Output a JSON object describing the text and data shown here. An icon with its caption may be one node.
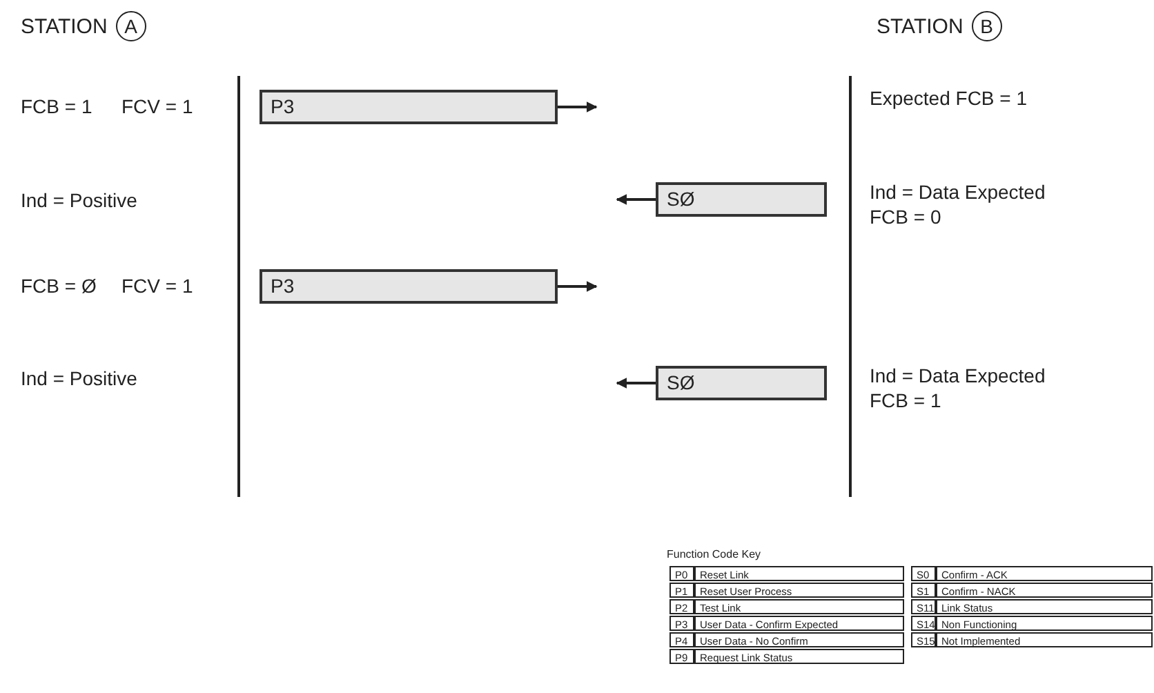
{
  "diagram": {
    "nodes": [
      {
        "text": [
          "STATION",
          "A"
        ]
      },
      {
        "text": [
          "STATION",
          "B"
        ]
      },
      {
        "text": [
          "P3"
        ]
      },
      {
        "text": [
          "SØ"
        ]
      },
      {
        "text": [
          "P3"
        ]
      },
      {
        "text": [
          "SØ"
        ]
      }
    ],
    "edges": [
      {
        "from": 2,
        "to": null,
        "arrow": "to"
      },
      {
        "from": 3,
        "to": null,
        "arrow": "to"
      },
      {
        "from": 4,
        "to": null,
        "arrow": "to"
      },
      {
        "from": 5,
        "to": null,
        "arrow": "to"
      }
    ],
    "labels": [
      "FCB = 1",
      "FCV = 1",
      "Expected FCB = 1",
      "Ind = Positive",
      "Ind = Data Expected FCB = 0",
      "FCB = Ø",
      "FCV = 1",
      "Ind = Positive",
      "Ind = Data Expected FCB = 1",
      "Function Code Key",
      "P0",
      "Reset Link",
      "S0",
      "Confirm - ACK",
      "P1",
      "Reset User Process",
      "S1",
      "Confirm - NACK",
      "P2",
      "Test Link",
      "S11",
      "Link Status",
      "P3",
      "User Data - Confirm Expected",
      "S14",
      "Non Functioning",
      "P4",
      "User Data - No Confirm",
      "S15",
      "Not Implemented",
      "P9",
      "Request Link Status"
    ]
  }
}
